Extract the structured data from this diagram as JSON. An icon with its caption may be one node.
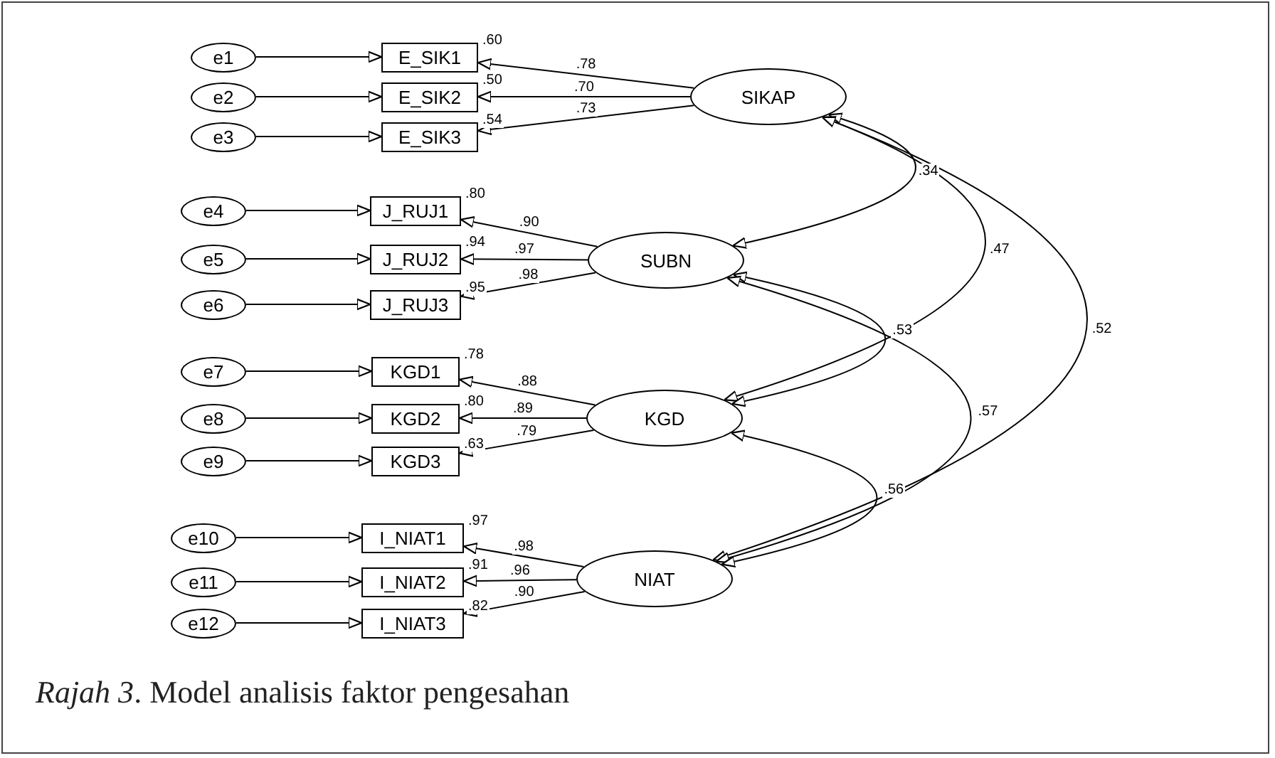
{
  "diagram": {
    "caption": "*Rajah 3*. Model analisis faktor pengesahan",
    "nodes": [
      {
        "text": [
          "e1"
        ]
      },
      {
        "text": [
          "E_SIK1"
        ],
        "beside": [
          ".60"
        ]
      },
      {
        "text": [
          "e2"
        ]
      },
      {
        "text": [
          "E_SIK2"
        ],
        "beside": [
          ".50"
        ]
      },
      {
        "text": [
          "e3"
        ]
      },
      {
        "text": [
          "E_SIK3"
        ],
        "beside": [
          ".54"
        ]
      },
      {
        "text": [
          "SIKAP"
        ]
      },
      {
        "text": [
          "e4"
        ]
      },
      {
        "text": [
          "J_RUJ1"
        ],
        "beside": [
          ".80"
        ]
      },
      {
        "text": [
          "e5"
        ]
      },
      {
        "text": [
          "J_RUJ2"
        ],
        "beside": [
          ".94"
        ]
      },
      {
        "text": [
          "e6"
        ]
      },
      {
        "text": [
          "J_RUJ3"
        ],
        "beside": [
          ".95"
        ]
      },
      {
        "text": [
          "SUBN"
        ]
      },
      {
        "text": [
          "e7"
        ]
      },
      {
        "text": [
          "KGD1"
        ],
        "beside": [
          ".78"
        ]
      },
      {
        "text": [
          "e8"
        ]
      },
      {
        "text": [
          "KGD2"
        ],
        "beside": [
          ".80"
        ]
      },
      {
        "text": [
          "e9"
        ]
      },
      {
        "text": [
          "KGD3"
        ],
        "beside": [
          ".63"
        ]
      },
      {
        "text": [
          "KGD"
        ]
      },
      {
        "text": [
          "e10"
        ]
      },
      {
        "text": [
          "I_NIAT1"
        ],
        "beside": [
          ".97"
        ]
      },
      {
        "text": [
          "e11"
        ]
      },
      {
        "text": [
          "I_NIAT2"
        ],
        "beside": [
          ".91"
        ]
      },
      {
        "text": [
          "e12"
        ]
      },
      {
        "text": [
          "I_NIAT3"
        ],
        "beside": [
          ".82"
        ]
      },
      {
        "text": [
          "NIAT"
        ]
      }
    ],
    "edges": [
      {
        "from": 0,
        "to": 1,
        "arrow": "to"
      },
      {
        "from": 2,
        "to": 3,
        "arrow": "to"
      },
      {
        "from": 4,
        "to": 5,
        "arrow": "to"
      },
      {
        "from": 6,
        "to": 1,
        "arrow": "to",
        "label": ".78"
      },
      {
        "from": 6,
        "to": 3,
        "arrow": "to",
        "label": ".70"
      },
      {
        "from": 6,
        "to": 5,
        "arrow": "to",
        "label": ".73"
      },
      {
        "from": 7,
        "to": 8,
        "arrow": "to"
      },
      {
        "from": 9,
        "to": 10,
        "arrow": "to"
      },
      {
        "from": 11,
        "to": 12,
        "arrow": "to"
      },
      {
        "from": 13,
        "to": 8,
        "arrow": "to",
        "label": ".90"
      },
      {
        "from": 13,
        "to": 10,
        "arrow": "to",
        "label": ".97"
      },
      {
        "from": 13,
        "to": 12,
        "arrow": "to",
        "label": ".98"
      },
      {
        "from": 14,
        "to": 15,
        "arrow": "to"
      },
      {
        "from": 16,
        "to": 17,
        "arrow": "to"
      },
      {
        "from": 18,
        "to": 19,
        "arrow": "to"
      },
      {
        "from": 20,
        "to": 15,
        "arrow": "to",
        "label": ".88"
      },
      {
        "from": 20,
        "to": 17,
        "arrow": "to",
        "label": ".89"
      },
      {
        "from": 20,
        "to": 19,
        "arrow": "to",
        "label": ".79"
      },
      {
        "from": 21,
        "to": 22,
        "arrow": "to"
      },
      {
        "from": 23,
        "to": 24,
        "arrow": "to"
      },
      {
        "from": 25,
        "to": 26,
        "arrow": "to"
      },
      {
        "from": 27,
        "to": 22,
        "arrow": "to",
        "label": ".98"
      },
      {
        "from": 27,
        "to": 24,
        "arrow": "to",
        "label": ".96"
      },
      {
        "from": 27,
        "to": 26,
        "arrow": "to",
        "label": ".90"
      },
      {
        "from": 6,
        "to": 13,
        "arrow": "both",
        "label": ".34"
      },
      {
        "from": 6,
        "to": 20,
        "arrow": "both",
        "label": ".47"
      },
      {
        "from": 6,
        "to": 27,
        "arrow": "both",
        "label": ".52"
      },
      {
        "from": 13,
        "to": 20,
        "arrow": "both",
        "label": ".53"
      },
      {
        "from": 13,
        "to": 27,
        "arrow": "both",
        "label": ".57"
      },
      {
        "from": 20,
        "to": 27,
        "arrow": "both",
        "label": ".56"
      }
    ]
  }
}
